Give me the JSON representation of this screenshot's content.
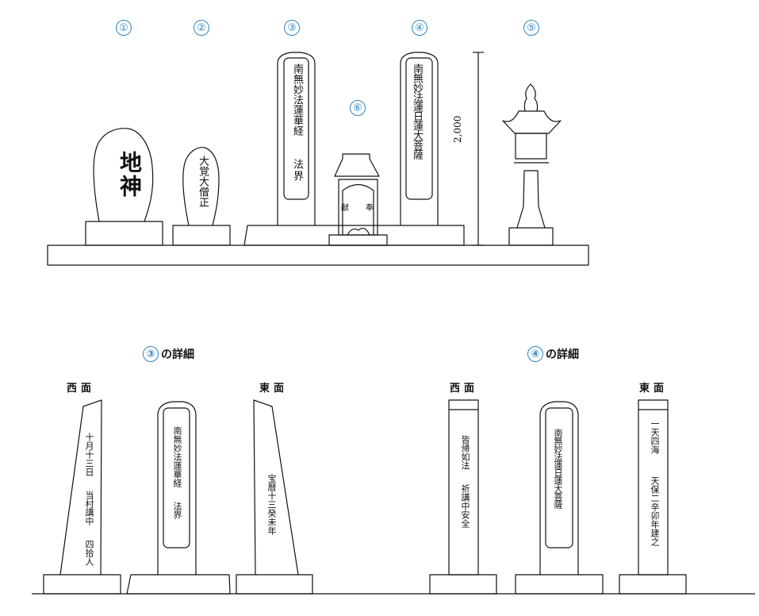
{
  "markers": {
    "m1": "①",
    "m2": "②",
    "m3": "③",
    "m4": "④",
    "m5": "⑤",
    "m6": "⑥"
  },
  "stones": {
    "jishin": "地神",
    "daikaku": "大覚大僧正",
    "s3_line1": "南無妙法蓮華経",
    "s3_line2": "法界",
    "s4": "南無妙法蓮日蓮大菩薩",
    "s6_left": "献",
    "s6_right": "奉"
  },
  "dimension": "2,000",
  "details": {
    "d3": {
      "marker": "③",
      "title": "の詳細",
      "west_label": "西面",
      "east_label": "東面",
      "west_line1": "十月十三日",
      "west_line2": "当村講中",
      "west_line3": "四拾人",
      "front_line1": "南無妙法蓮華経",
      "front_line2": "法界",
      "east_line1": "宝暦十三癸未年"
    },
    "d4": {
      "marker": "④",
      "title": "の詳細",
      "west_label": "西面",
      "east_label": "東面",
      "west_line1": "皆帰如法",
      "west_line2": "祈講中安全",
      "front_line1": "南無妙法蓮日蓮大菩薩",
      "east_line1": "一天四海",
      "east_line2": "天保二辛卯年建之"
    }
  },
  "colors": {
    "accent": "#2e86c1",
    "line": "#111111"
  }
}
